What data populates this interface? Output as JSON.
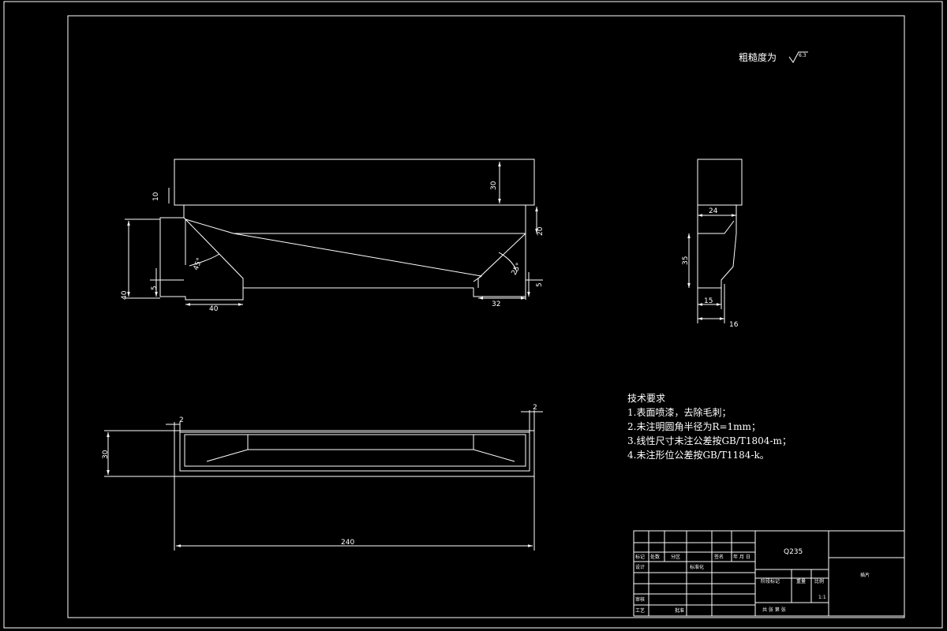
{
  "roughness": {
    "label": "粗糙度为",
    "value": "6.3"
  },
  "front_view_dims": {
    "d10": "10",
    "d30": "30",
    "d20": "20",
    "d40": "40",
    "d5_left": "5",
    "d5_right": "5",
    "d40_bottom": "40",
    "d32": "32",
    "a45": "45°",
    "a25": "25°"
  },
  "side_view_dims": {
    "d24": "24",
    "d35": "35",
    "d15": "15",
    "d16": "16"
  },
  "top_view_dims": {
    "d2_left": "2",
    "d2_right": "2",
    "d30": "30",
    "d240": "240"
  },
  "tech_notes": {
    "title": "技术要求",
    "items": [
      "1.表面喷漆，去除毛刺；",
      "2.未注明圆角半径为R=1mm；",
      "3.线性尺寸未注公差按GB/T1804-m；",
      "4.未注形位公差按GB/T1184-k。"
    ]
  },
  "title_block": {
    "material": "Q235",
    "name": "插片",
    "scale_value": "1:1",
    "cells": {
      "mark": "标记",
      "count": "处数",
      "zone": "分区",
      "sign": "签名",
      "ymd": "年 月 日",
      "design": "设计",
      "standard": "标准化",
      "review": "审核",
      "process": "工艺",
      "approve": "批准",
      "stage": "阶段标记",
      "weight": "重量",
      "scale": "比例",
      "sheet": "共 张 第 张"
    }
  }
}
